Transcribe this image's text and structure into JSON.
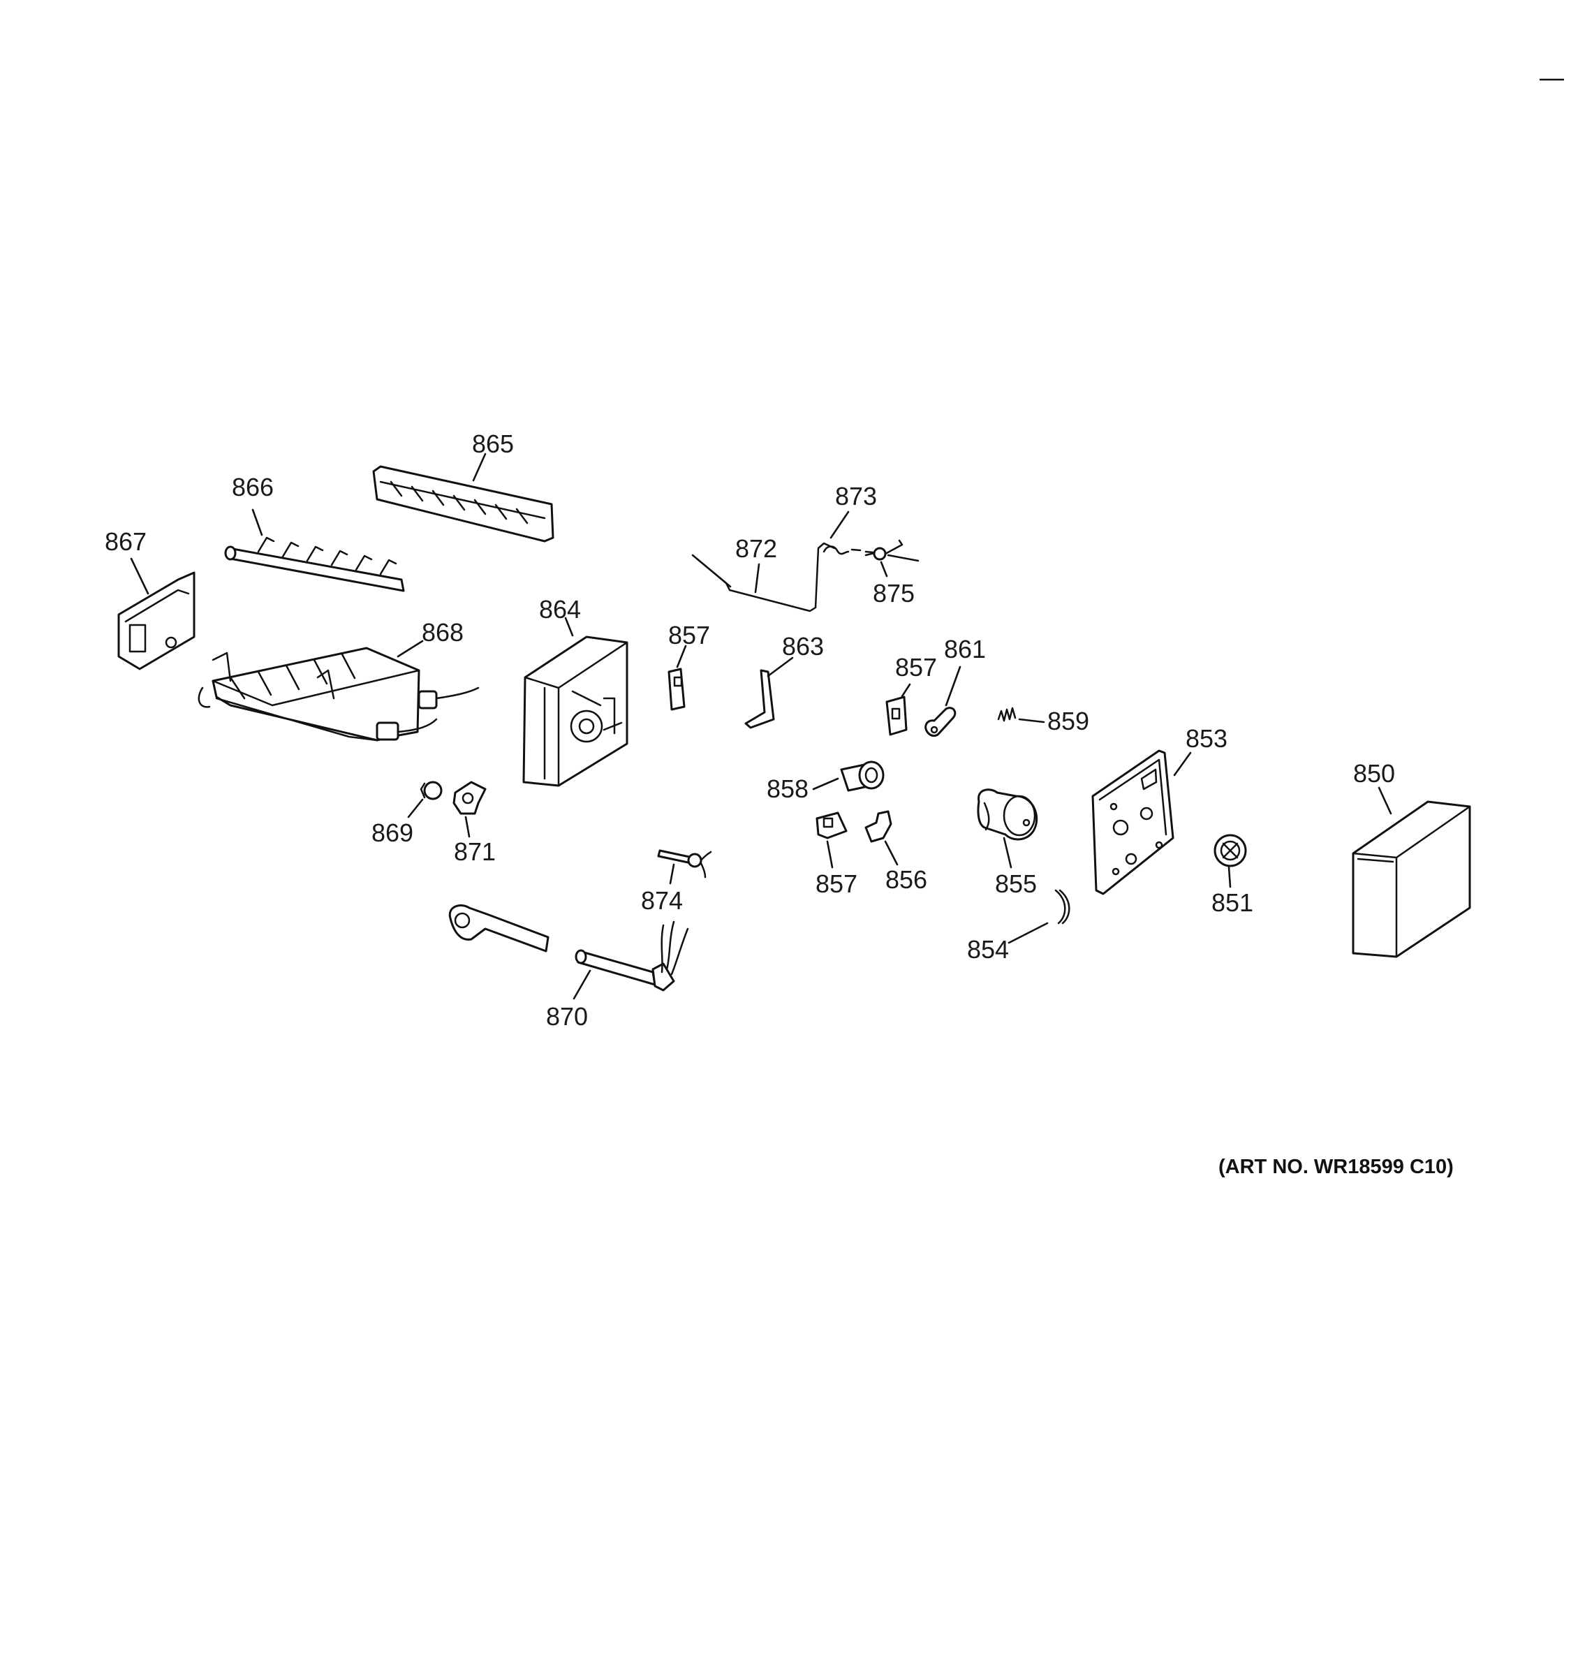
{
  "art_number": "(ART NO. WR18599 C10)",
  "labels": {
    "p850": "850",
    "p851": "851",
    "p853": "853",
    "p854": "854",
    "p855": "855",
    "p856": "856",
    "p857a": "857",
    "p857b": "857",
    "p857c": "857",
    "p858": "858",
    "p859": "859",
    "p861": "861",
    "p863": "863",
    "p864": "864",
    "p865": "865",
    "p866": "866",
    "p867": "867",
    "p868": "868",
    "p869": "869",
    "p870": "870",
    "p871": "871",
    "p872": "872",
    "p873": "873",
    "p874": "874",
    "p875": "875"
  }
}
